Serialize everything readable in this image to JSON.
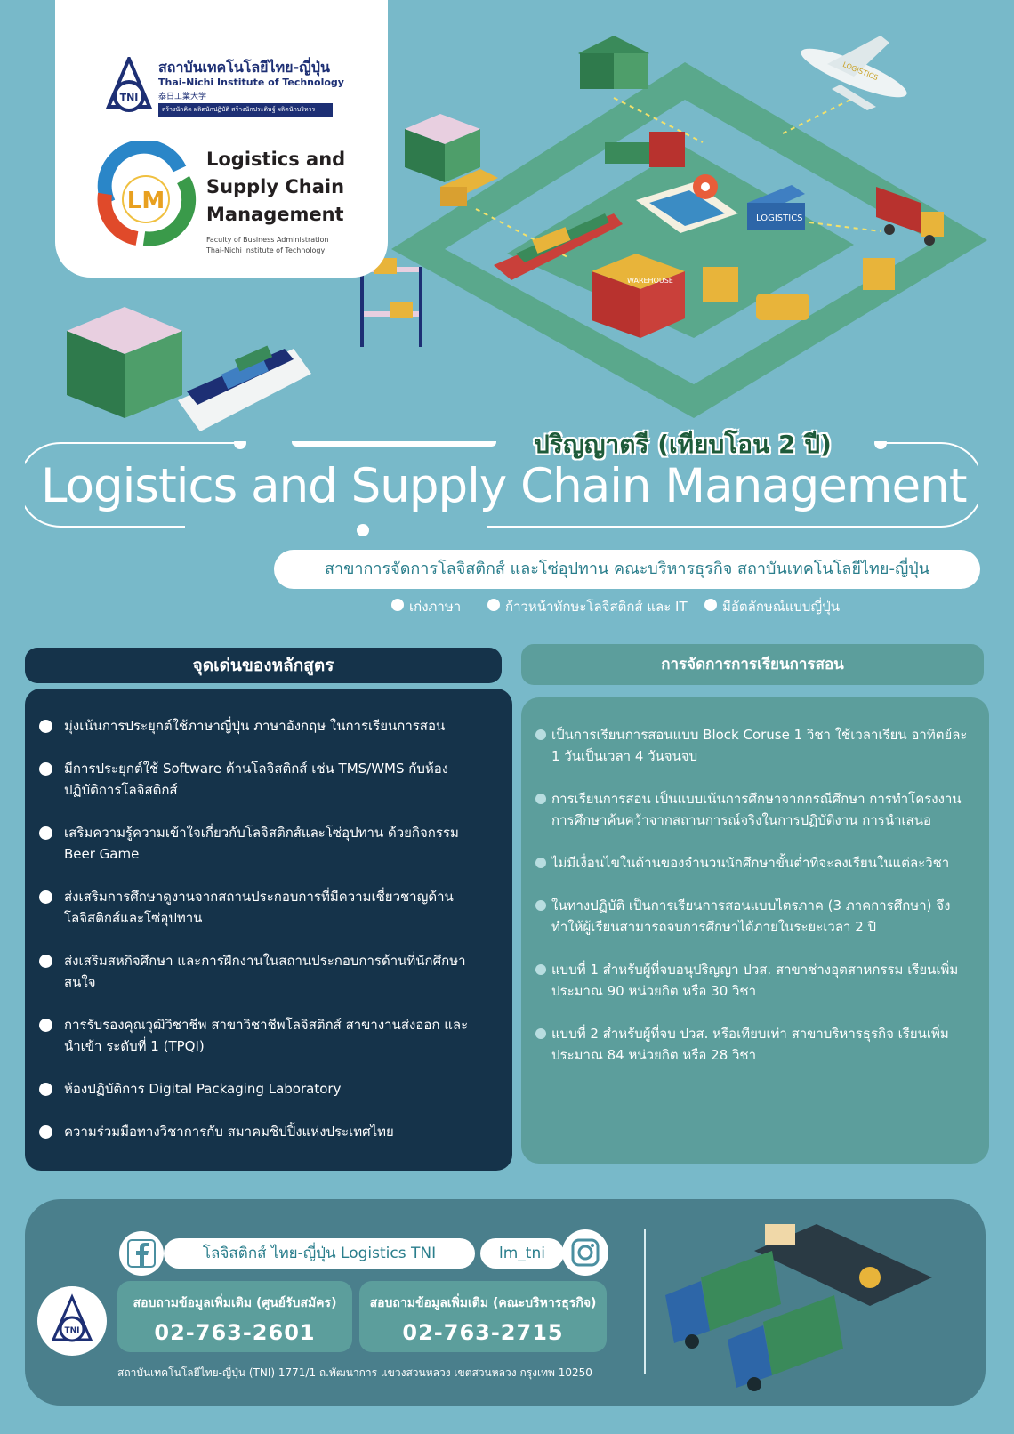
{
  "logo_card": {
    "tni_name_th": "สถาบันเทคโนโลยีไทย-ญี่ปุ่น",
    "tni_name_en": "Thai-Nichi Institute of Technology",
    "tni_name_jp": "泰日工業大学",
    "tni_slogan": "สร้างนักคิด ผลิตนักปฏิบัติ สร้างนักประดิษฐ์ ผลิตนักบริหาร",
    "tni_emblem_text": "TNI",
    "lm_mark": "LM",
    "lm_title_lines": [
      "Logistics and",
      "Supply Chain",
      "Management"
    ],
    "lm_subtitle_1": "Faculty of Business Administration",
    "lm_subtitle_2": "Thai-Nichi Institute of Technology"
  },
  "illustration": {
    "plane_label": "LOGISTICS",
    "container_label": "LOGISTICS",
    "warehouse_label": "WAREHOUSE"
  },
  "headline": {
    "degree_th": "ปริญญาตรี (เทียบโอน 2 ปี)",
    "title": "Logistics and Supply Chain Management",
    "faculty": "สาขาการจัดการโลจิสติกส์ และโซ่อุปทาน คณะบริหารธุรกิจ สถาบันเทคโนโลยีไทย-ญี่ปุ่น",
    "tags": [
      "เก่งภาษา",
      "ก้าวหน้าทักษะโลจิสติกส์ และ IT",
      "มีอัตลักษณ์แบบญี่ปุ่น"
    ]
  },
  "highlights": {
    "header": "จุดเด่นของหลักสูตร",
    "items": [
      {
        "l1": "มุ่งเน้นการประยุกต์ใช้ภาษาญี่ปุ่น ภาษาอังกฤษ ในการเรียนการสอน",
        "l2": ""
      },
      {
        "l1": "มีการประยุกต์ใช้ Software ด้านโลจิสติกส์ เช่น TMS/WMS กับห้อง",
        "l2": "ปฏิบัติการโลจิสติกส์"
      },
      {
        "l1": "เสริมความรู้ความเข้าใจเกี่ยวกับโลจิสติกส์และโซ่อุปทาน ด้วยกิจกรรม",
        "l2": "Beer Game"
      },
      {
        "l1": "ส่งเสริมการศึกษาดูงานจากสถานประกอบการที่มีความเชี่ยวชาญด้าน",
        "l2": "โลจิสติกส์และโซ่อุปทาน"
      },
      {
        "l1": "ส่งเสริมสหกิจศึกษา และการฝึกงานในสถานประกอบการด้านที่นักศึกษา",
        "l2": "สนใจ"
      },
      {
        "l1": "การรับรองคุณวุฒิวิชาชีพ สาขาวิชาชีพโลจิสติกส์ สาขางานส่งออก และ",
        "l2": "นำเข้า ระดับที่ 1 (TPQI)"
      },
      {
        "l1": "ห้องปฏิบัติการ Digital Packaging Laboratory",
        "l2": ""
      },
      {
        "l1": "ความร่วมมือทางวิชาการกับ สมาคมชิปปิ้งแห่งประเทศไทย",
        "l2": ""
      }
    ]
  },
  "teaching": {
    "header": "การจัดการการเรียนการสอน",
    "items": [
      {
        "l1": "เป็นการเรียนการสอนแบบ Block Coruse 1 วิชา ใช้เวลาเรียน อาทิตย์ละ",
        "l2": "1 วันเป็นเวลา 4 วันจนจบ"
      },
      {
        "l1": "การเรียนการสอน เป็นแบบเน้นการศึกษาจากกรณีศึกษา การทำโครงงาน",
        "l2": "การศึกษาค้นคว้าจากสถานการณ์จริงในการปฏิบัติงาน การนำเสนอ"
      },
      {
        "l1": "ไม่มีเงื่อนไขในด้านของจำนวนนักศึกษาขั้นต่ำที่จะลงเรียนในแต่ละวิชา",
        "l2": ""
      },
      {
        "l1": "ในทางปฏิบัติ เป็นการเรียนการสอนแบบไตรภาค (3 ภาคการศึกษา) จึง",
        "l2": "ทำให้ผู้เรียนสามารถจบการศึกษาได้ภายในระยะเวลา 2 ปี"
      },
      {
        "l1": "แบบที่ 1 สำหรับผู้ที่จบอนุปริญญา ปวส. สาขาช่างอุตสาหกรรม เรียนเพิ่ม",
        "l2": "ประมาณ 90 หน่วยกิต หรือ 30 วิชา"
      },
      {
        "l1": "แบบที่ 2 สำหรับผู้ที่จบ ปวส. หรือเทียบเท่า สาขาบริหารธุรกิจ เรียนเพิ่ม",
        "l2": "ประมาณ 84 หน่วยกิต หรือ 28 วิชา"
      }
    ]
  },
  "footer": {
    "facebook_icon": "facebook-icon",
    "facebook_name": "โลจิสติกส์ ไทย-ญี่ปุ่น Logistics TNI",
    "instagram_icon": "instagram-icon",
    "instagram_name": "lm_tni",
    "emblem_text": "TNI",
    "contact_1_label": "สอบถามข้อมูลเพิ่มเติม (ศูนย์รับสมัคร)",
    "contact_1_phone": "02-763-2601",
    "contact_2_label": "สอบถามข้อมูลเพิ่มเติม (คณะบริหารธุรกิจ)",
    "contact_2_phone": "02-763-2715",
    "address": "สถาบันเทคโนโลยีไทย-ญี่ปุ่น (TNI) 1771/1 ถ.พัฒนาการ แขวงสวนหลวง เขตสวนหลวง กรุงเทพ 10250"
  },
  "colors": {
    "background": "#78b9c9",
    "navy_panel": "#15334a",
    "teal_panel": "#5c9e9c",
    "degree_green": "#1e5b3a",
    "tni_blue": "#1d2f74"
  }
}
